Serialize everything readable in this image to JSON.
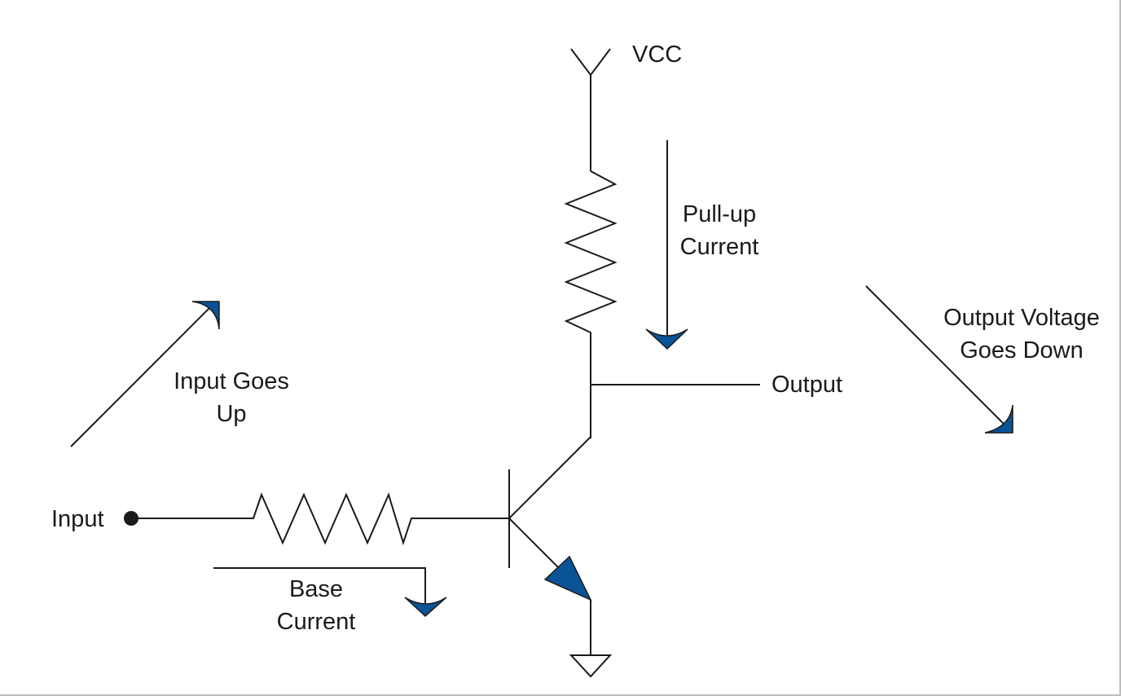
{
  "labels": {
    "vcc": "VCC",
    "pullup_line1": "Pull-up",
    "pullup_line2": "Current",
    "output_voltage_line1": "Output Voltage",
    "output_voltage_line2": "Goes Down",
    "input_goes_line1": "Input Goes",
    "input_goes_line2": "Up",
    "output": "Output",
    "input": "Input",
    "base_line1": "Base",
    "base_line2": "Current"
  },
  "colors": {
    "wire": "#1a1a1a",
    "arrowhead": "#0a5396",
    "border": "#bdbdbd"
  }
}
